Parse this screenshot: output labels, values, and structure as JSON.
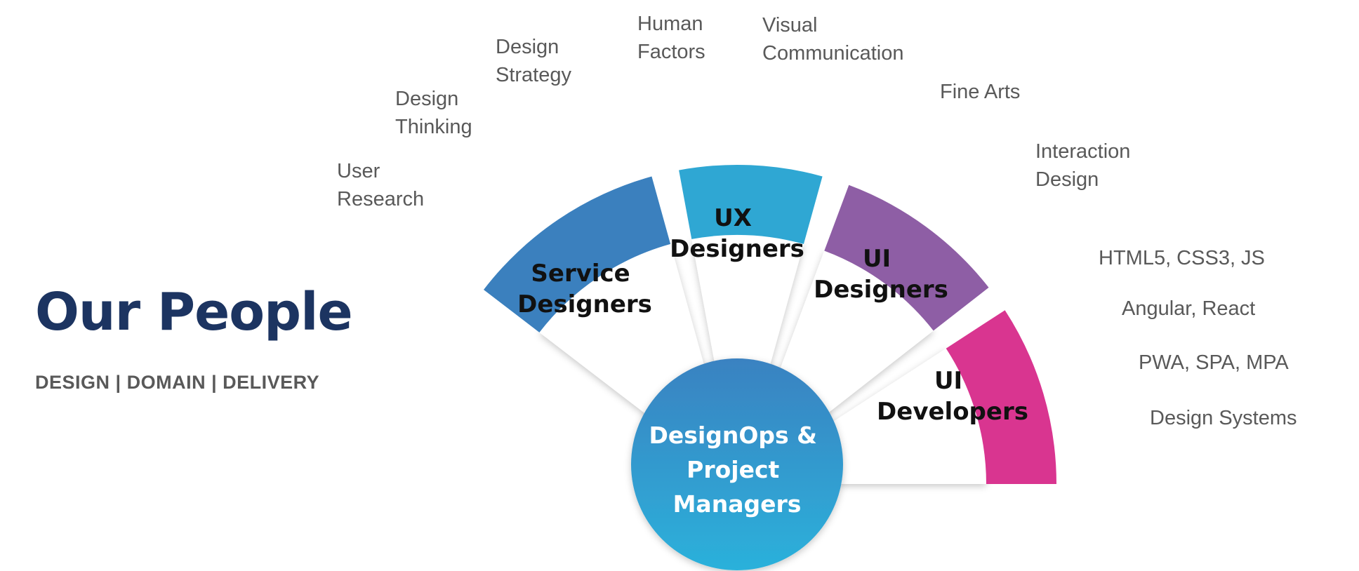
{
  "title": "Our People",
  "tagline": "DESIGN | DOMAIN | DELIVERY",
  "colors": {
    "service": "#3b80be",
    "ux": "#2fa7d3",
    "ui_design": "#8e5ea5",
    "ui_dev": "#d93590",
    "hub_top": "#3a82c1",
    "hub_bottom": "#2bb1db",
    "title": "#1c3461"
  },
  "segments": [
    {
      "role": [
        "Service",
        "Designers"
      ],
      "skills": [
        [
          "User",
          "Research"
        ],
        [
          "Design",
          "Thinking"
        ],
        [
          "Design",
          "Strategy"
        ]
      ]
    },
    {
      "role": [
        "UX",
        "Designers"
      ],
      "skills": [
        [
          "Human",
          "Factors"
        ],
        [
          "Visual",
          "Communication"
        ]
      ]
    },
    {
      "role": [
        "UI",
        "Designers"
      ],
      "skills": [
        [
          "Fine Arts"
        ],
        [
          "Interaction",
          "Design"
        ]
      ]
    },
    {
      "role": [
        "UI",
        "Developers"
      ],
      "skills": [
        [
          "HTML5, CSS3, JS"
        ],
        [
          "Angular, React"
        ],
        [
          "PWA, SPA, MPA"
        ],
        [
          "Design Systems"
        ]
      ]
    }
  ],
  "hub": [
    "DesignOps &",
    "Project",
    "Managers"
  ]
}
